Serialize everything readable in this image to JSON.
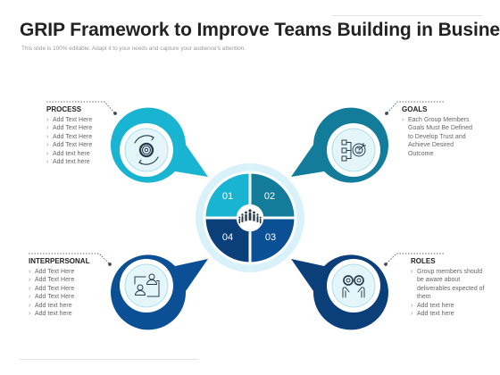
{
  "title": "GRIP Framework to Improve Teams Building in Business",
  "subtitle": "This slide is 100% editable. Adapt it to your needs and capture your audience’s attention.",
  "colors": {
    "cyan": "#18b4d2",
    "teal": "#137c9b",
    "navy": "#0b4f94",
    "deep_blue": "#0b3f7a",
    "halo": "#d9f1f8",
    "icon_bg": "#e5f6fb",
    "icon_stroke": "#2a3b4c"
  },
  "quadrants": [
    {
      "label": "01"
    },
    {
      "label": "02"
    },
    {
      "label": "03"
    },
    {
      "label": "04"
    }
  ],
  "center_icon": "crowd-icon",
  "panels": {
    "process": {
      "heading": "PROCESS",
      "icon": "gear-cycle-icon",
      "items": [
        "Add Text Here",
        "Add Text Here",
        "Add Text Here",
        "Add Text Here",
        "Add text here",
        "Add text here"
      ]
    },
    "goals": {
      "heading": "GOALS",
      "icon": "target-checklist-icon",
      "items": [
        "Each Group Members Goals Must Be Defined to Develop Trust and Achieve Desired Outcome"
      ]
    },
    "interpersonal": {
      "heading": "INTERPERSONAL",
      "icon": "people-connection-icon",
      "items": [
        "Add Text Here",
        "Add Text Here",
        "Add Text Here",
        "Add Text Here",
        "Add text here",
        "Add text here"
      ]
    },
    "roles": {
      "heading": "ROLES",
      "icon": "people-gears-icon",
      "items": [
        "Group members should be aware about deliverables expected of them",
        "Add text here",
        "Add text here"
      ]
    }
  }
}
